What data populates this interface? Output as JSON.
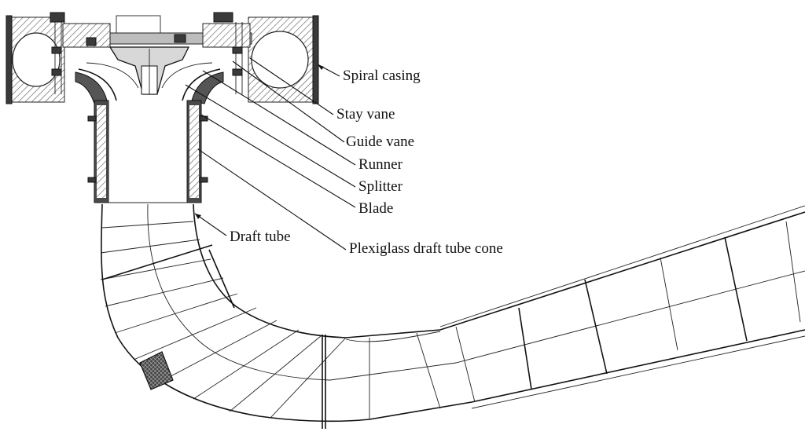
{
  "labels": {
    "spiral_casing": "Spiral casing",
    "stay_vane": "Stay vane",
    "guide_vane": "Guide vane",
    "runner": "Runner",
    "splitter": "Splitter",
    "blade": "Blade",
    "draft_tube": "Draft tube",
    "draft_tube_cone": "Plexiglass draft tube cone"
  }
}
